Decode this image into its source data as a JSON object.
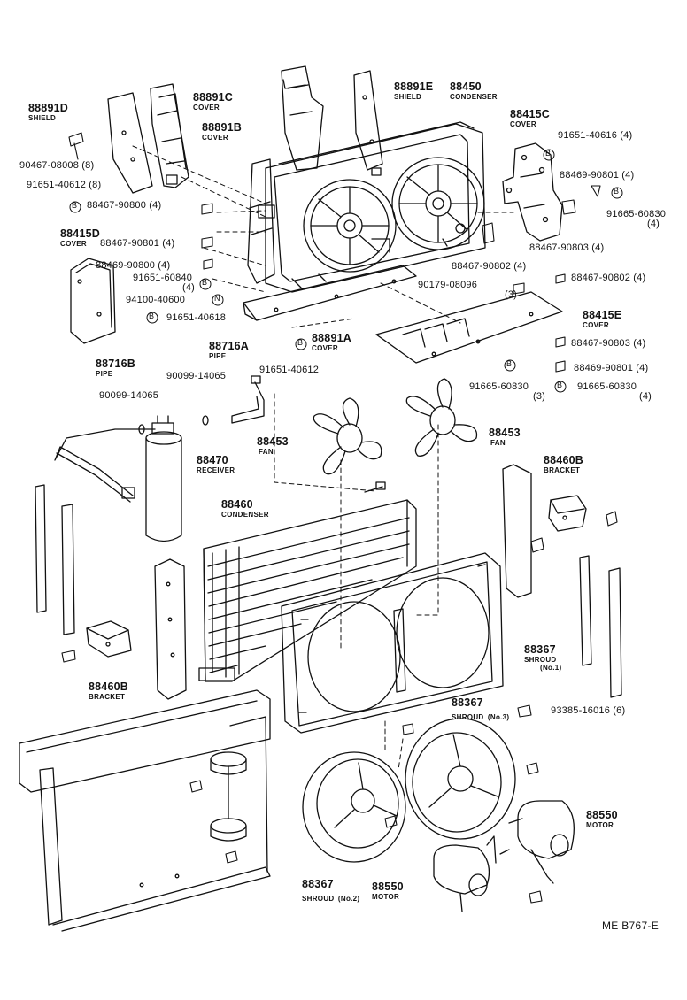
{
  "parts": {
    "p88891D": {
      "number": "88891D",
      "name": "SHIELD"
    },
    "p88891C": {
      "number": "88891C",
      "name": "COVER"
    },
    "p88891B": {
      "number": "88891B",
      "name": "COVER"
    },
    "p88891E": {
      "number": "88891E",
      "name": "SHIELD"
    },
    "p88450": {
      "number": "88450",
      "name": "CONDENSER"
    },
    "p88415C": {
      "number": "88415C",
      "name": "COVER"
    },
    "p88415D": {
      "number": "88415D",
      "name": "COVER"
    },
    "p88891A": {
      "number": "88891A",
      "name": "COVER"
    },
    "p88415E": {
      "number": "88415E",
      "name": "COVER"
    },
    "p88716A": {
      "number": "88716A",
      "name": "PIPE"
    },
    "p88716B": {
      "number": "88716B",
      "name": "PIPE"
    },
    "p88453a": {
      "number": "88453",
      "name": "FAN"
    },
    "p88453b": {
      "number": "88453",
      "name": "FAN"
    },
    "p88470": {
      "number": "88470",
      "name": "RECEIVER"
    },
    "p88460": {
      "number": "88460",
      "name": "CONDENSER"
    },
    "p88460Ba": {
      "number": "88460B",
      "name": "BRACKET"
    },
    "p88460Bb": {
      "number": "88460B",
      "name": "BRACKET"
    },
    "p88367a": {
      "number": "88367",
      "name": "SHROUD",
      "sub": "(No.1)"
    },
    "p88367b": {
      "number": "88367",
      "name": "SHROUD",
      "sub": "(No.3)"
    },
    "p88367c": {
      "number": "88367",
      "name": "SHROUD",
      "sub": "(No.2)"
    },
    "p88550a": {
      "number": "88550",
      "name": "MOTOR"
    },
    "p88550b": {
      "number": "88550",
      "name": "MOTOR"
    }
  },
  "fasteners": {
    "f1": "90467-08008 (8)",
    "f2": "91651-40612 (8)",
    "f3": "88467-90800 (4)",
    "f4": "91651-40616 (4)",
    "f5": "88469-90801 (4)",
    "f6": "91665-60830",
    "f6q": "(4)",
    "f7": "88467-90803 (4)",
    "f8": "88467-90801 (4)",
    "f9": "88469-90800 (4)",
    "f10": "91651-60840",
    "f10q": "(4)",
    "f11": "94100-40600",
    "f12": "91651-40618",
    "f13": "88467-90802 (4)",
    "f14": "90179-08096",
    "f14q": "(3)",
    "f15": "88467-90802 (4)",
    "f16": "91651-40612",
    "f17": "88467-90803 (4)",
    "f18": "88469-90801 (4)",
    "f19": "91665-60830",
    "f19q": "(3)",
    "f20": "91665-60830",
    "f20q": "(4)",
    "f21": "90099-14065",
    "f22": "90099-14065",
    "f23": "93385-16016 (6)"
  },
  "markers": {
    "b": "B",
    "n": "N"
  },
  "diagram_code": "ME B767-E"
}
